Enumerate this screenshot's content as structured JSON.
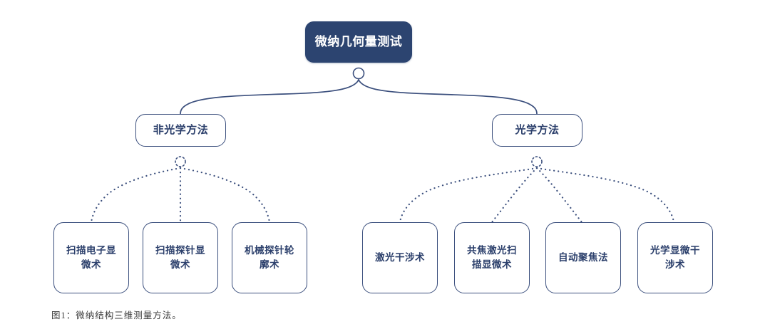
{
  "figure": {
    "caption": "图1：微纳结构三维测量方法。",
    "colors": {
      "root_fill": "#2c4470",
      "root_text": "#ffffff",
      "node_border": "#3b4f7d",
      "node_text": "#2b3f6b",
      "node_fill": "#ffffff",
      "link": "#3b4f7d",
      "caption_text": "#3a3a3a"
    }
  },
  "tree": {
    "root": {
      "label": "微纳几何量测试"
    },
    "branches": [
      {
        "label": "非光学方法"
      },
      {
        "label": "光学方法"
      }
    ],
    "leaves_left": [
      {
        "label": "扫描电子显\n微术"
      },
      {
        "label": "扫描探针显\n微术"
      },
      {
        "label": "机械探针轮\n廓术"
      }
    ],
    "leaves_right": [
      {
        "label": "激光干涉术"
      },
      {
        "label": "共焦激光扫\n描显微术"
      },
      {
        "label": "自动聚焦法"
      },
      {
        "label": "光学显微干\n涉术"
      }
    ]
  }
}
